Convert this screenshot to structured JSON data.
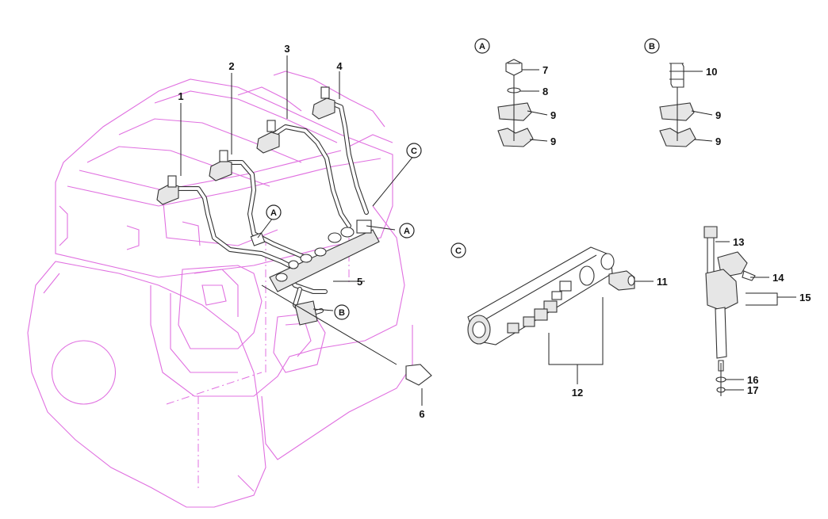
{
  "diagram": {
    "title": "Fuel injection system exploded view",
    "detail_labels": {
      "a": "A",
      "b": "B",
      "c": "C"
    },
    "callouts": {
      "c1": "1",
      "c2": "2",
      "c3": "3",
      "c4": "4",
      "c5": "5",
      "c6": "6",
      "c7": "7",
      "c8": "8",
      "c9a": "9",
      "c9b": "9",
      "c9c": "9",
      "c9d": "9",
      "c10": "10",
      "c11": "11",
      "c12": "12",
      "c13": "13",
      "c14": "14",
      "c15": "15",
      "c16": "16",
      "c17": "17"
    }
  }
}
